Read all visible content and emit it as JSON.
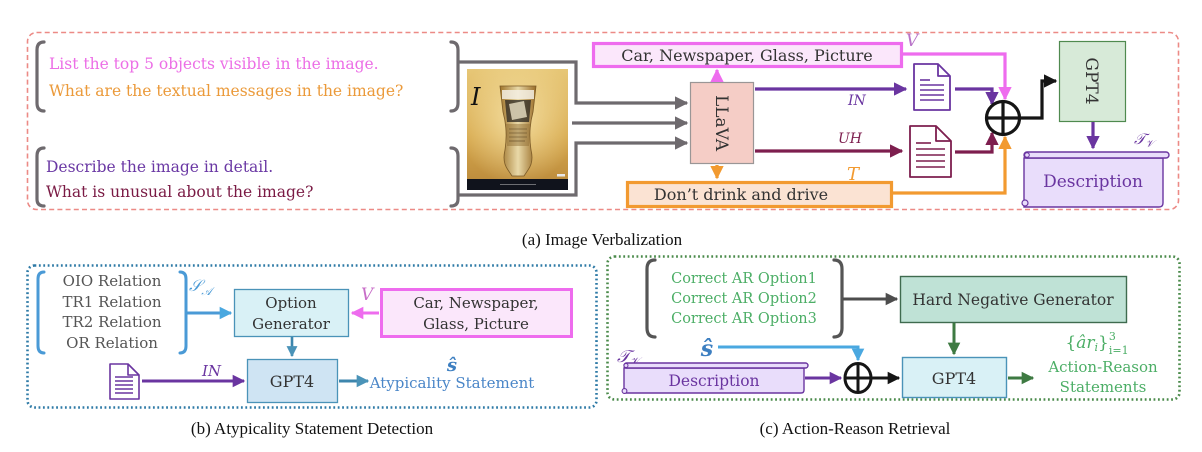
{
  "figure": {
    "panels": {
      "a": {
        "caption": "(a) Image Verbalization",
        "prompts_group1": {
          "line1": "List the top 5 objects visible in the image.",
          "line2": "What are the textual messages in the image?"
        },
        "prompts_group2": {
          "line1": "Describe the image in detail.",
          "line2": "What is unusual about the image?"
        },
        "input_image_label": "I",
        "input_image_description": "Beer glass filled with newspaper on golden background (ad poster)",
        "model_llava": "LLaVA",
        "objects_box": "Car, Newspaper, Glass, Picture",
        "objects_label": "V",
        "text_box": "Don’t drink and drive",
        "text_label": "T",
        "in_label": "IN",
        "uh_label": "UH",
        "model_gpt4": "GPT4",
        "description_label": "Description",
        "description_symbol": "𝒯",
        "description_subscript": "𝒱"
      },
      "b": {
        "caption": "(b) Atypicality Statement Detection",
        "relations": [
          "OIO Relation",
          "TR1 Relation",
          "TR2 Relation",
          "OR Relation"
        ],
        "relations_symbol": "𝒮",
        "relations_subscript": "𝒜",
        "option_generator_line1": "Option",
        "option_generator_line2": "Generator",
        "objects_label": "V",
        "objects_line1": "Car, Newspaper,",
        "objects_line2": "Glass, Picture",
        "in_label": "IN",
        "model_gpt4": "GPT4",
        "output_symbol": "ŝ",
        "output_label": "Atypicality Statement"
      },
      "c": {
        "caption": "(c) Action-Reason Retrieval",
        "options": [
          "Correct AR Option1",
          "Correct AR Option2",
          "Correct AR Option3"
        ],
        "hard_negative_generator": "Hard Negative Generator",
        "s_hat_symbol": "ŝ",
        "description_symbol": "𝒯",
        "description_subscript": "𝒱",
        "description_label": "Description",
        "model_gpt4": "GPT4",
        "output_set_open": "{",
        "output_set_body": "âr",
        "output_set_index": "i",
        "output_set_close": "}",
        "output_superscript": "3",
        "output_subscript": "i=1",
        "output_line1": "Action-Reason",
        "output_line2": "Statements"
      }
    },
    "colors": {
      "panel_a_border": "#ec8a86",
      "panel_b_border": "#2e7aa6",
      "panel_c_border": "#4a8a4a",
      "bracket_gray": "#6e6a6e",
      "magenta": "#ee6cee",
      "magenta_fill": "#fbe7fb",
      "orange": "#f29a30",
      "orange_fill": "#fbe3d3",
      "purple": "#6a35a0",
      "purple_fill": "#e9ddfb",
      "maroon": "#7d1e4e",
      "llava_fill": "#f5cdc6",
      "gpt4_green_fill": "#d7ead8",
      "gpt4_green_border": "#4f8a4f",
      "blue": "#4aa2d9",
      "blue_text": "#4a86c8",
      "option_fill": "#d9f1f6",
      "option_border": "#4a93b8",
      "gpt4_blue_fill": "#cfe4f3",
      "hng_fill": "#bfe2d6",
      "hng_border": "#3f6b4f",
      "green_text": "#4cae66",
      "dark_green": "#3e7a42",
      "black": "#151515"
    }
  }
}
